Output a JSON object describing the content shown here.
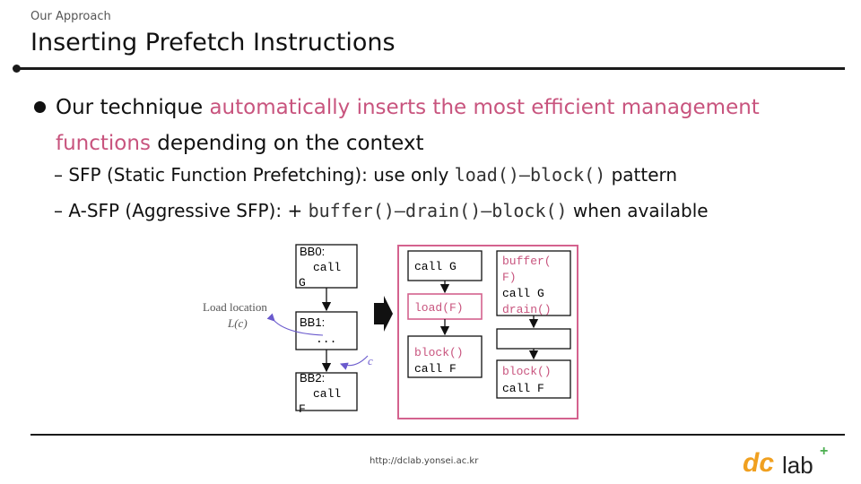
{
  "header": {
    "breadcrumb": "Our Approach",
    "title": "Inserting Prefetch Instructions"
  },
  "bullet": {
    "pre": "Our technique ",
    "highlight1": "automatically inserts the most efficient management",
    "highlight2": "functions",
    "post": " depending on the context"
  },
  "sub1": {
    "dash": "–",
    "text": "SFP (Static Function Prefetching): use only ",
    "code": "load()–block()",
    "suffix": " pattern"
  },
  "sub2": {
    "dash": "–",
    "text": "A-SFP (Aggressive SFP): + ",
    "code": "buffer()–drain()–block()",
    "suffix": " when available"
  },
  "diagram": {
    "cfg": {
      "bb0_label": "BB0:",
      "bb0_code1": "call",
      "bb0_code2": "G",
      "bb1_label": "BB1:",
      "bb1_code": "...",
      "bb2_label": "BB2:",
      "bb2_code1": "call",
      "bb2_code2": "F",
      "edge_label": "c"
    },
    "load_location": {
      "label": "Load location",
      "math": "L(c)"
    },
    "sfp": {
      "call_g": "call G",
      "load_f": "load(F)",
      "block_f": "block()",
      "call_f": "call F"
    },
    "asfp": {
      "buffer1": "buffer(",
      "buffer2": "F)",
      "call_g": "call G",
      "drain": "drain()",
      "block_f": "block()",
      "call_f": "call F"
    },
    "colors": {
      "pink_border": "#d4628e",
      "pink_text": "#c8547e",
      "arrow_purple": "#6a5acd"
    }
  },
  "footer": {
    "url": "http://dclab.yonsei.ac.kr",
    "logo_main": "dc",
    "logo_lab": "lab",
    "logo_plus": "+"
  }
}
